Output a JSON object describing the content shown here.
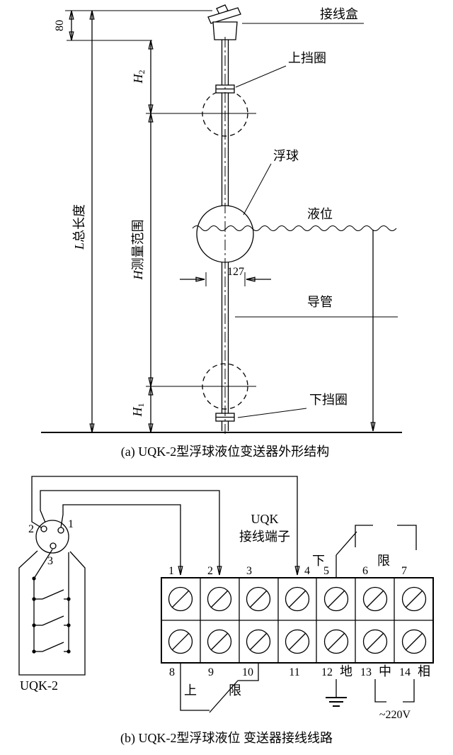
{
  "part_a": {
    "caption": "(a) UQK-2型浮球液位变送器外形结构",
    "labels": {
      "junction_box": "接线盒",
      "upper_ring": "上挡圈",
      "float_ball": "浮球",
      "liquid_level": "液位",
      "guide_tube": "导管",
      "lower_ring": "下挡圈"
    },
    "dims": {
      "top_offset": "80",
      "total_sym": "L",
      "total_rest": "总长度",
      "h2_sym": "H",
      "h2_sub": "2",
      "range_sym": "H",
      "range_rest": "测量范围",
      "h1_sym": "H",
      "h1_sub": "1",
      "float_width": "127"
    }
  },
  "part_b": {
    "caption": "(b) UQK-2型浮球液位 变送器接线线路",
    "terminal_title_line1": "UQK",
    "terminal_title_line2": "接线端子",
    "device_label": "UQK-2",
    "pin_labels": {
      "p1": "1",
      "p2": "2",
      "p3": "3"
    },
    "top_numbers": [
      "1",
      "2",
      "3",
      "4",
      "5",
      "6",
      "7"
    ],
    "bottom_numbers": [
      "8",
      "9",
      "10",
      "11",
      "12",
      "13",
      "14"
    ],
    "bottom_suffix": {
      "ground": "地",
      "neutral": "中",
      "phase": "相"
    },
    "lower_limit": {
      "c1": "下",
      "c2": "限"
    },
    "upper_limit": {
      "c1": "上",
      "c2": "限"
    },
    "voltage": "~220V"
  }
}
